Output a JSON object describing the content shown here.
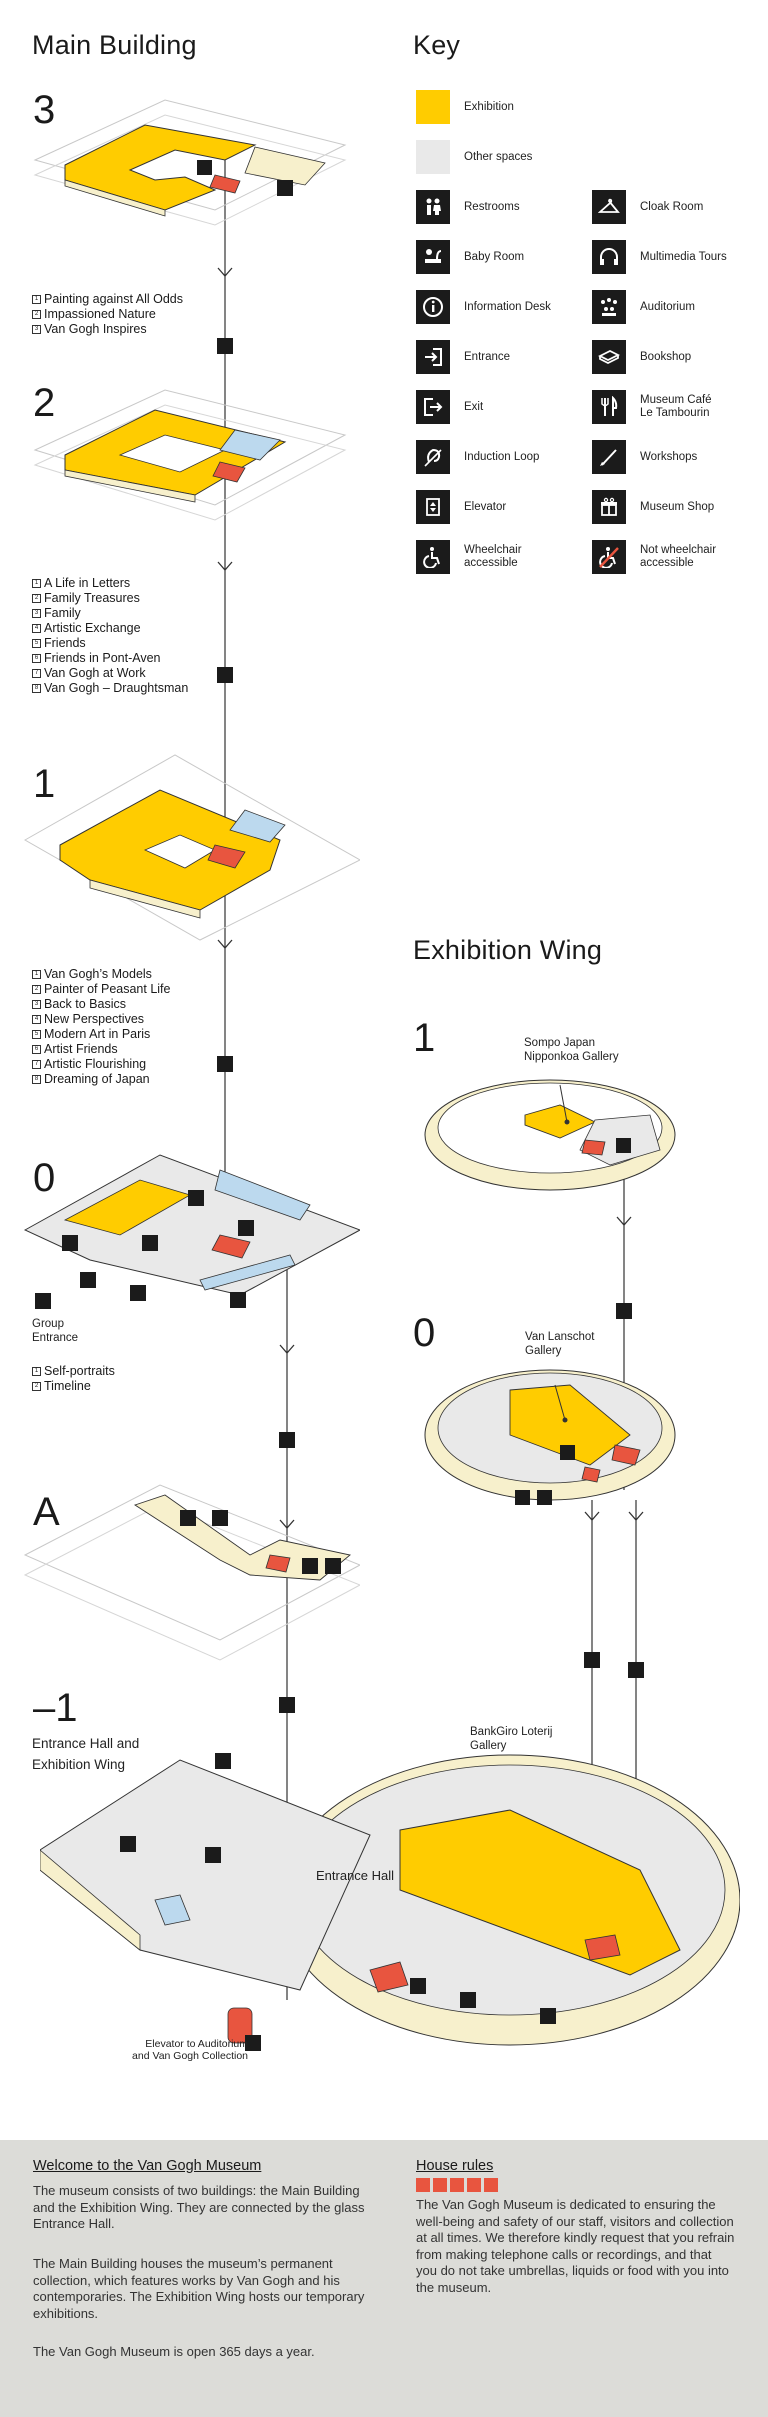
{
  "main_building": {
    "title": "Main Building",
    "floors": {
      "f3": {
        "number": "3",
        "rooms": [
          {
            "n": "1",
            "name": "Painting against All Odds"
          },
          {
            "n": "2",
            "name": "Impassioned Nature"
          },
          {
            "n": "3",
            "name": "Van Gogh Inspires"
          }
        ]
      },
      "f2": {
        "number": "2",
        "rooms": [
          {
            "n": "1",
            "name": "A Life in Letters"
          },
          {
            "n": "2",
            "name": "Family Treasures"
          },
          {
            "n": "3",
            "name": "Family"
          },
          {
            "n": "4",
            "name": "Artistic Exchange"
          },
          {
            "n": "5",
            "name": "Friends"
          },
          {
            "n": "6",
            "name": "Friends in Pont-Aven"
          },
          {
            "n": "7",
            "name": "Van Gogh at Work"
          },
          {
            "n": "8",
            "name": "Van Gogh – Draughtsman"
          }
        ]
      },
      "f1": {
        "number": "1",
        "rooms": [
          {
            "n": "1",
            "name": "Van Gogh’s Models"
          },
          {
            "n": "2",
            "name": "Painter of Peasant Life"
          },
          {
            "n": "3",
            "name": "Back to Basics"
          },
          {
            "n": "4",
            "name": "New Perspectives"
          },
          {
            "n": "5",
            "name": "Modern Art in Paris"
          },
          {
            "n": "6",
            "name": "Artist Friends"
          },
          {
            "n": "7",
            "name": "Artistic Flourishing"
          },
          {
            "n": "8",
            "name": "Dreaming of Japan"
          }
        ]
      },
      "f0": {
        "number": "0",
        "group_entrance": "Group\nEntrance",
        "rooms": [
          {
            "n": "1",
            "name": "Self-portraits"
          },
          {
            "n": "2",
            "name": "Timeline"
          }
        ]
      },
      "fA": {
        "number": "A"
      },
      "fm1": {
        "number": "–1",
        "subtitle": "Entrance Hall and\nExhibition Wing",
        "entrance_hall": "Entrance Hall",
        "bankgiro": "BankGiro Loterij\nGallery",
        "elevator_note": "Elevator to Auditorium\nand Van Gogh Collection"
      }
    }
  },
  "key": {
    "title": "Key",
    "swatches": [
      {
        "label": "Exhibition",
        "color": "#ffcc00"
      },
      {
        "label": "Other spaces",
        "color": "#e9e9e9"
      }
    ],
    "items": [
      {
        "label": "Restrooms",
        "icon": "restrooms-icon"
      },
      {
        "label": "Cloak Room",
        "icon": "hanger-icon"
      },
      {
        "label": "Baby Room",
        "icon": "baby-room-icon"
      },
      {
        "label": "Multimedia Tours",
        "icon": "headphones-icon"
      },
      {
        "label": "Information Desk",
        "icon": "info-icon"
      },
      {
        "label": "Auditorium",
        "icon": "auditorium-icon"
      },
      {
        "label": "Entrance",
        "icon": "entrance-icon"
      },
      {
        "label": "Bookshop",
        "icon": "book-icon"
      },
      {
        "label": "Exit",
        "icon": "exit-icon"
      },
      {
        "label": "Museum Café\nLe Tambourin",
        "icon": "cutlery-icon"
      },
      {
        "label": "Induction Loop",
        "icon": "induction-loop-icon"
      },
      {
        "label": "Workshops",
        "icon": "brush-icon"
      },
      {
        "label": "Elevator",
        "icon": "elevator-icon"
      },
      {
        "label": "Museum Shop",
        "icon": "gift-icon"
      },
      {
        "label": "Wheelchair\naccessible",
        "icon": "wheelchair-icon"
      },
      {
        "label": "Not wheelchair\naccessible",
        "icon": "no-wheelchair-icon"
      }
    ]
  },
  "exhibition_wing": {
    "title": "Exhibition Wing",
    "f1": {
      "number": "1",
      "gallery": "Sompo Japan\nNipponkoa Gallery"
    },
    "f0": {
      "number": "0",
      "gallery": "Van Lanschot\nGallery"
    }
  },
  "footer": {
    "welcome_title": "Welcome to the Van Gogh Museum",
    "welcome_p1": "The museum consists of two buildings: the Main Building and the Exhibition Wing. They are connected by the glass Entrance Hall.",
    "welcome_p2": "The Main Building houses the museum’s permanent collection, which features works by Van Gogh and his contemporaries. The Exhibition Wing hosts our temporary exhibitions.",
    "welcome_p3": "The Van Gogh Museum is open 365 days a year.",
    "rules_title": "House rules",
    "rules_text": "The Van Gogh Museum is dedicated to ensuring the well-being and safety of our staff, visitors and collection at all times. We therefore kindly request that you refrain from making telephone calls or recordings, and that you do not take umbrellas, liquids or food with you into the museum."
  },
  "colors": {
    "exhibition": "#ffcc00",
    "other": "#e9e9e9",
    "wall": "#f7f0cc",
    "elevator": "#e8553f",
    "glass": "#bcd9ee"
  }
}
